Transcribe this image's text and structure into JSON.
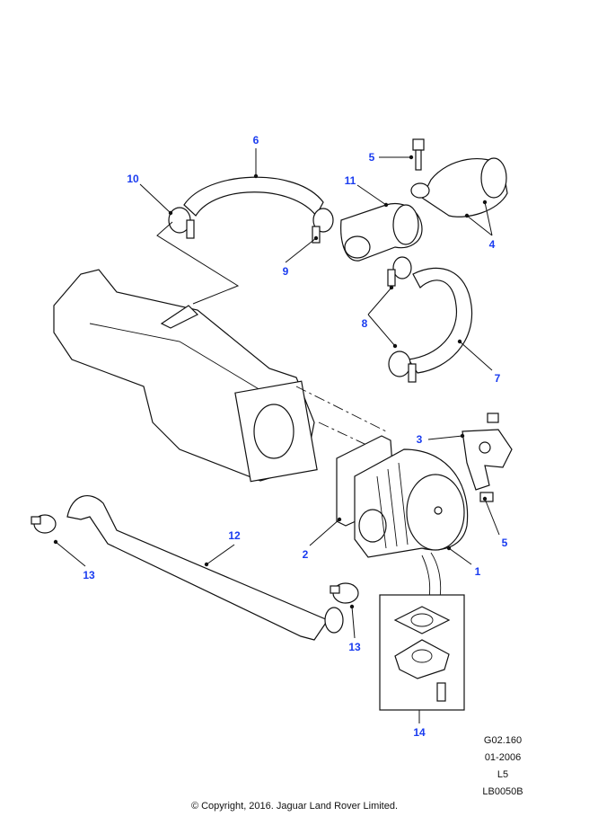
{
  "callouts": [
    "6",
    "10",
    "5",
    "11",
    "4",
    "9",
    "8",
    "7",
    "3",
    "2",
    "5",
    "1",
    "12",
    "13",
    "13",
    "14"
  ],
  "drawing_info": {
    "ref": "G02.160",
    "date": "01-2006",
    "variant": "L5",
    "code": "LB0050B"
  },
  "copyright": "© Copyright, 2016. Jaguar Land Rover Limited.",
  "colors": {
    "callout": "#1a3cf0",
    "line": "#111111"
  }
}
